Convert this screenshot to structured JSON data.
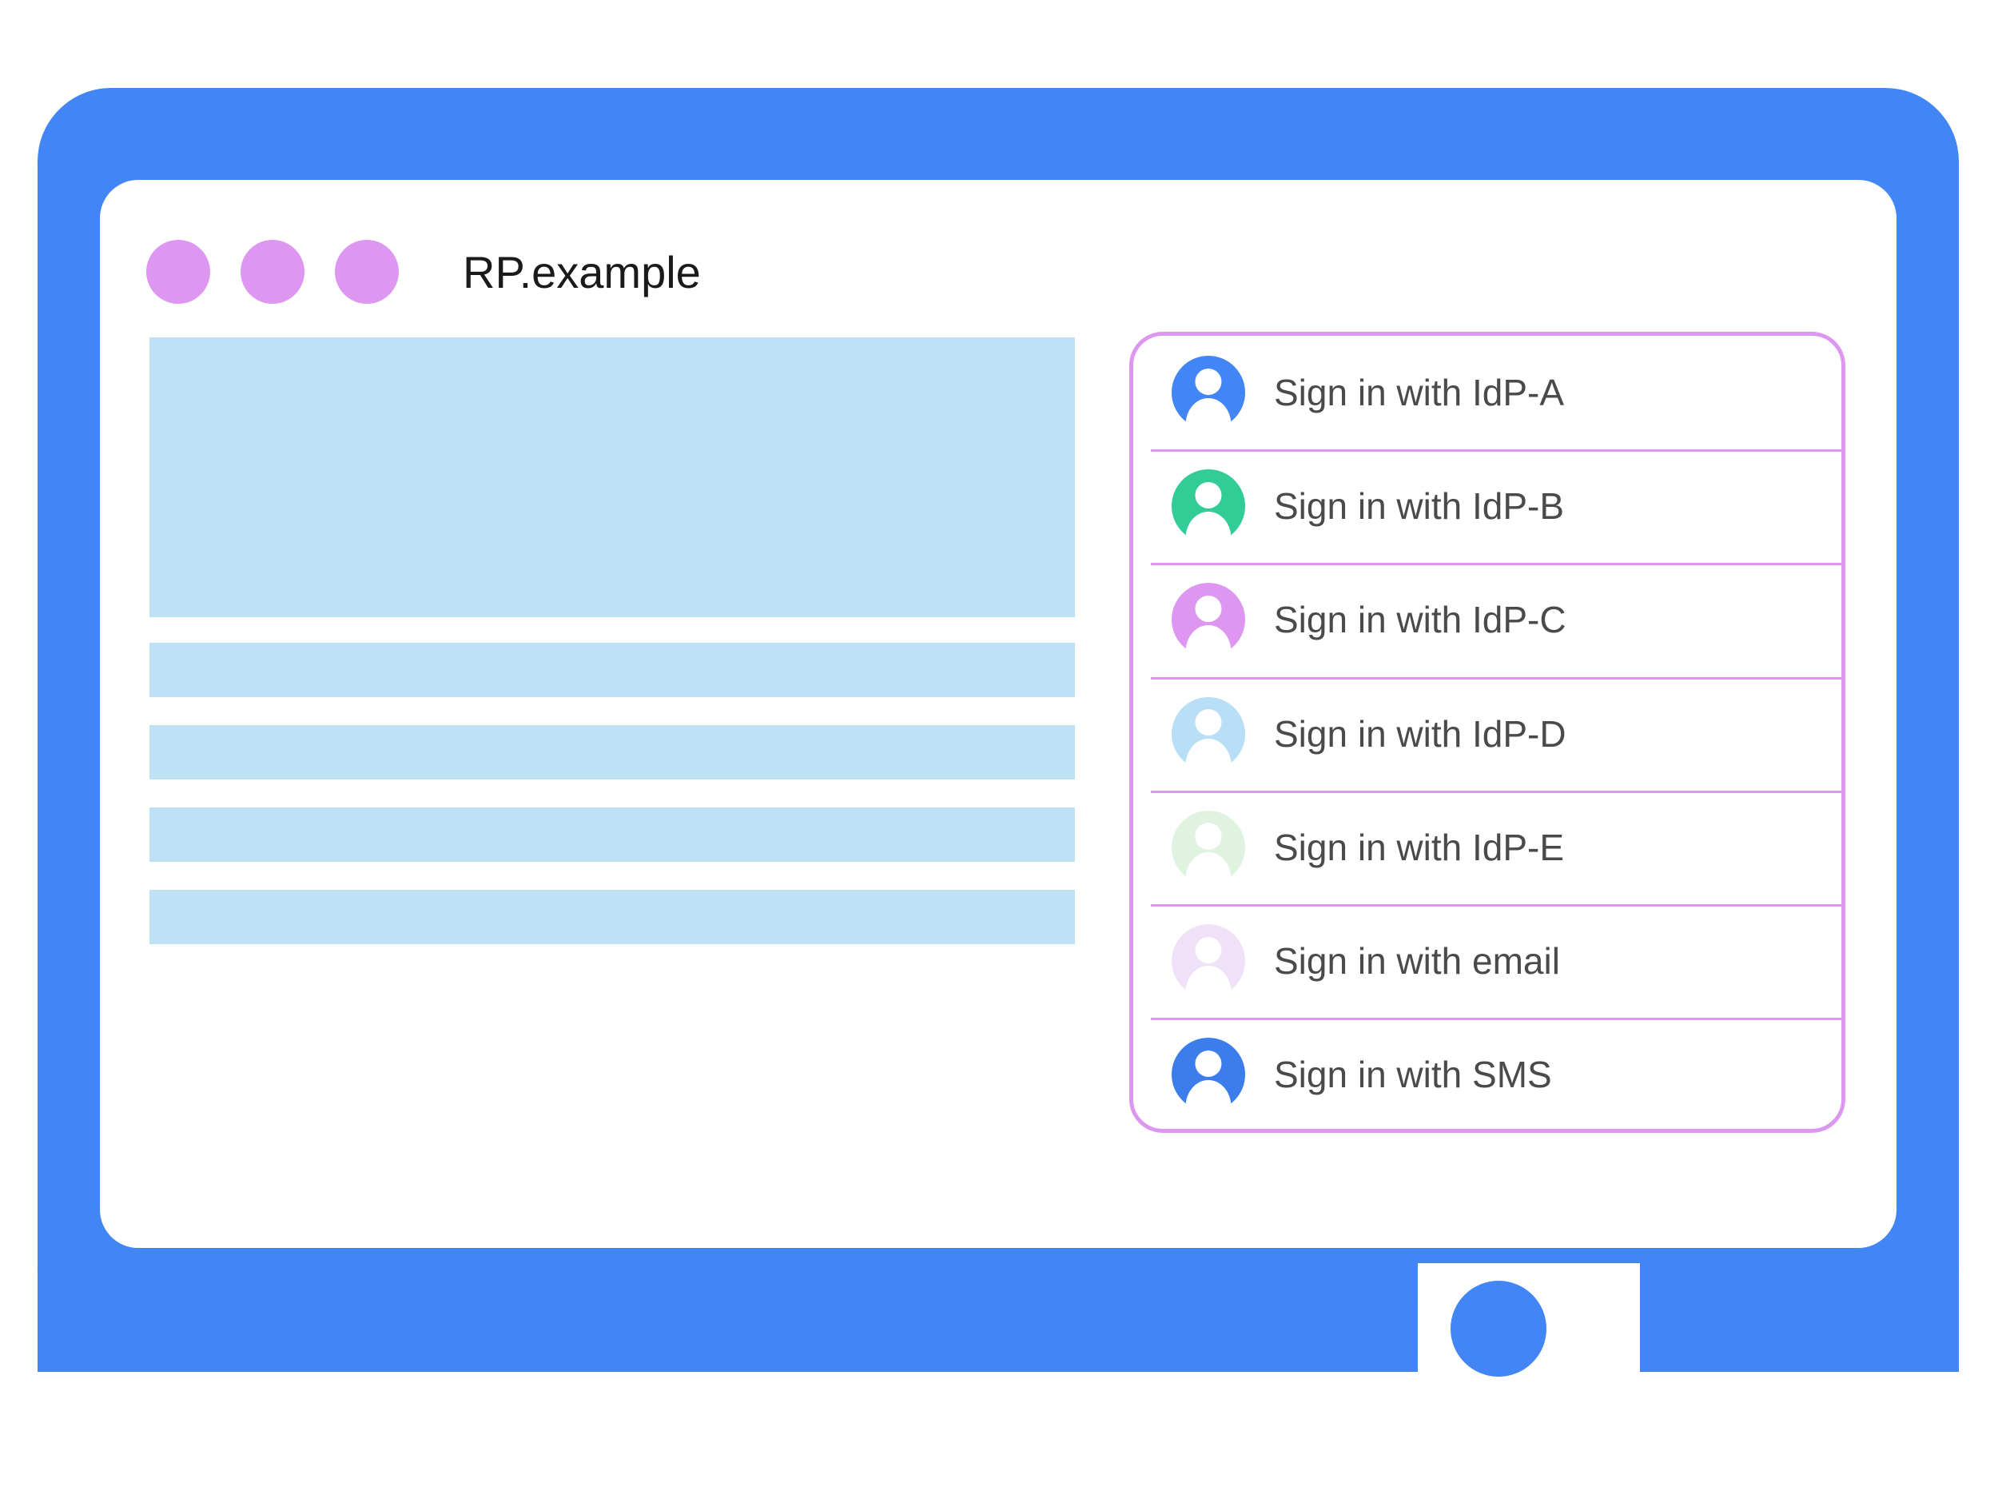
{
  "window": {
    "site_title": "RP.example",
    "traffic_dots": [
      "dot-1",
      "dot-2",
      "dot-3"
    ],
    "home_button_label": "home-button"
  },
  "colors": {
    "device_bezel": "#4285F4",
    "screen_background": "#FFFFFF",
    "title_dot": "#DD97F0",
    "content_placeholder": "#BFE1F5",
    "card_border": "#DD97F0",
    "row_divider": "#DD97F0",
    "label_text": "#4A4A4A"
  },
  "content_placeholders": [
    {
      "name": "hero-block",
      "kind": "hero"
    },
    {
      "name": "text-bar-1",
      "kind": "bar"
    },
    {
      "name": "text-bar-2",
      "kind": "bar"
    },
    {
      "name": "text-bar-3",
      "kind": "bar"
    },
    {
      "name": "text-bar-4",
      "kind": "bar"
    }
  ],
  "signin_card": {
    "name": "federated-signin-account-chooser",
    "options": [
      {
        "label": "Sign in with IdP-A",
        "icon": "person-avatar-icon",
        "avatar_color": "#4285F4"
      },
      {
        "label": "Sign in with IdP-B",
        "icon": "person-avatar-icon",
        "avatar_color": "#32CD96"
      },
      {
        "label": "Sign in with IdP-C",
        "icon": "person-avatar-icon",
        "avatar_color": "#DD97F0"
      },
      {
        "label": "Sign in with IdP-D",
        "icon": "person-avatar-icon",
        "avatar_color": "#B8DFF5"
      },
      {
        "label": "Sign in with IdP-E",
        "icon": "person-avatar-icon",
        "avatar_color": "#E0F3E0"
      },
      {
        "label": "Sign in with email",
        "icon": "person-avatar-icon",
        "avatar_color": "#EFE2F8"
      },
      {
        "label": "Sign in with SMS",
        "icon": "person-avatar-icon",
        "avatar_color": "#3B7DEA"
      }
    ]
  }
}
